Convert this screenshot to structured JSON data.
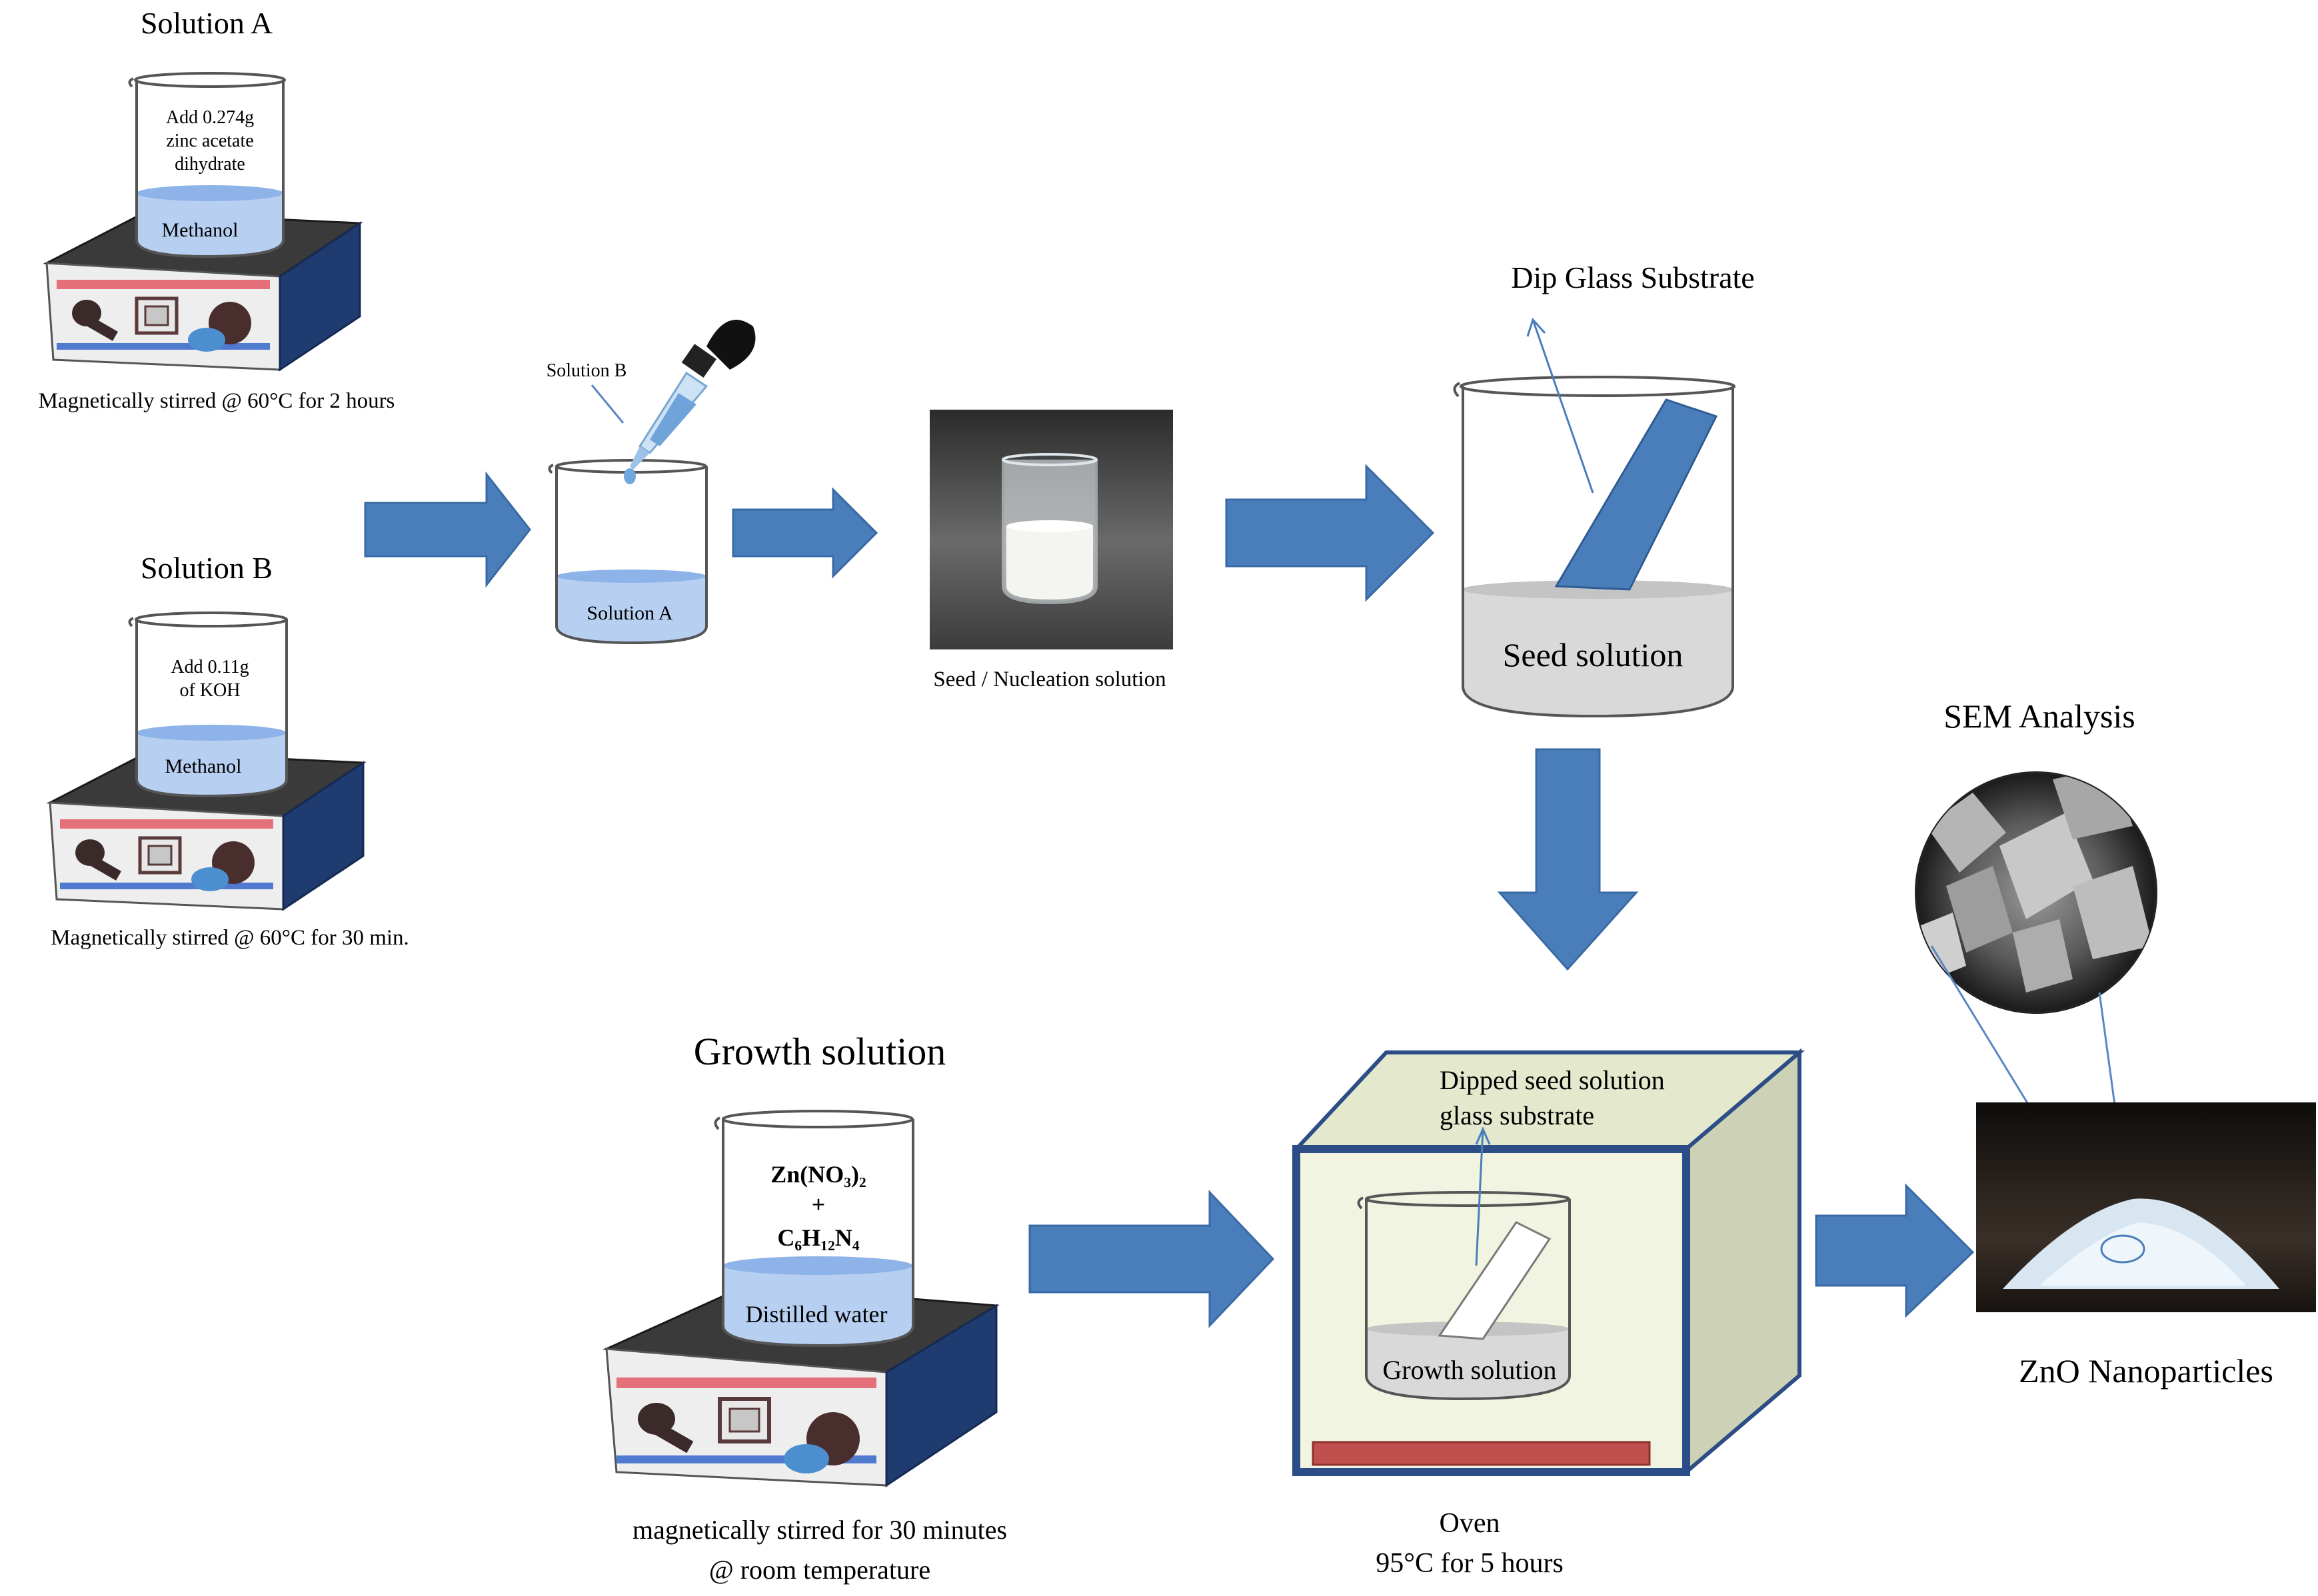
{
  "solution_a": {
    "title": "Solution  A",
    "beaker_text": [
      "Add 0.274g",
      "zinc acetate",
      "dihydrate"
    ],
    "liquid_label": "Methanol",
    "caption": "Magnetically  stirred  @ 60°C  for  2 hours"
  },
  "solution_b": {
    "title": "Solution B",
    "beaker_text": [
      "Add 0.11g",
      "of KOH"
    ],
    "liquid_label": "Methanol",
    "caption": "Magnetically  stirred  @ 60°C  for   30 min."
  },
  "mixing": {
    "dropper_label": "Solution B",
    "liquid_label": "Solution A"
  },
  "seed_photo": {
    "caption": "Seed / Nucleation  solution"
  },
  "dip": {
    "title": "Dip Glass Substrate",
    "liquid_label": "Seed solution"
  },
  "growth": {
    "title": "Growth solution",
    "formula_1": "Zn(NO₃)₂",
    "plus": "+",
    "formula_2": "C₆H₁₂N₄",
    "liquid_label": "Distilled water",
    "caption_1": "magnetically  stirred  for  30 minutes",
    "caption_2": "@ room  temperature"
  },
  "oven": {
    "callout_1": "Dipped seed solution",
    "callout_2": "glass substrate",
    "liquid_label": "Growth solution",
    "caption_1": "Oven",
    "caption_2": "95°C for 5 hours"
  },
  "sem": {
    "title": "SEM Analysis"
  },
  "product": {
    "caption": "ZnO Nanoparticles"
  },
  "colors": {
    "arrow": "#4a7ebb",
    "liquid_blue": "#b7cff1",
    "liquid_gray": "#d9d9d9",
    "oven_front": "#f0f4e0",
    "heater": "#c0504d"
  }
}
